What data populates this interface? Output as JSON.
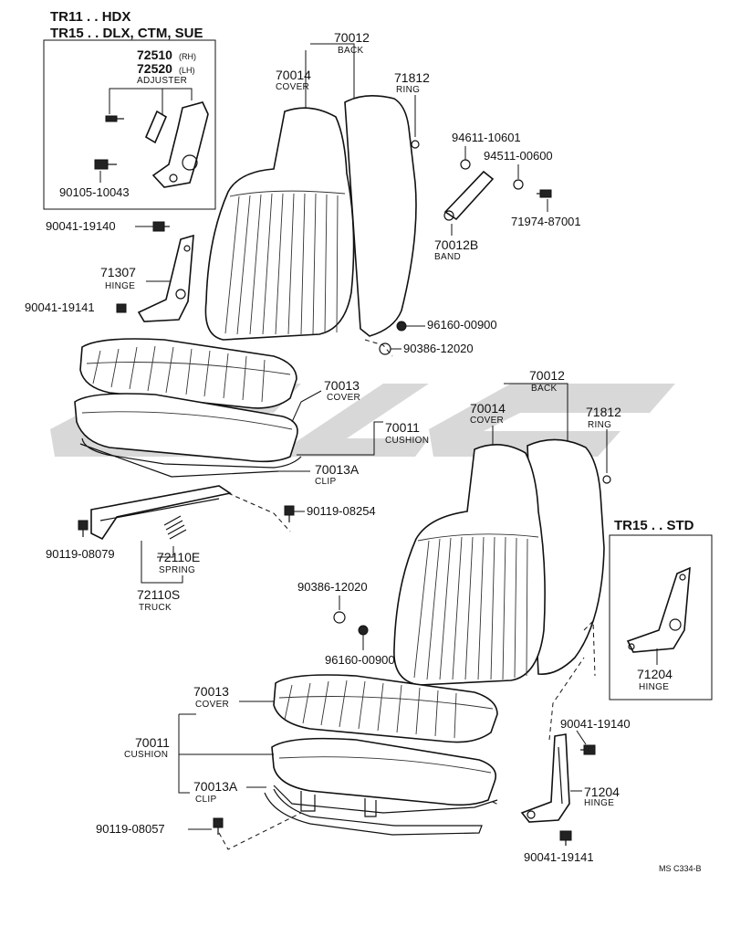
{
  "inset_top": {
    "model_line1": "TR11 . . HDX",
    "model_line2": "TR15 . . DLX, CTM, SUE",
    "adjuster_rh": "72510",
    "adjuster_rh_suffix": "(RH)",
    "adjuster_lh": "72520",
    "adjuster_lh_suffix": "(LH)",
    "adjuster_name": "ADJUSTER",
    "screw": "90105-10043"
  },
  "inset_right": {
    "model": "TR15 . . STD",
    "hinge_part": "71204",
    "hinge_name": "HINGE"
  },
  "upper_seat": {
    "back_part": "70012",
    "back_name": "BACK",
    "cover_part": "70014",
    "cover_name": "COVER",
    "ring_part": "71812",
    "ring_name": "RING",
    "nut1": "94611-10601",
    "washer1": "94511-00600",
    "bolt1": "71974-87001",
    "band_part": "70012B",
    "band_name": "BAND",
    "bolt_top": "90041-19140",
    "hinge_part": "71307",
    "hinge_name": "HINGE",
    "bolt_bottom": "90041-19141",
    "nut2": "96160-00900",
    "nut3": "90386-12020",
    "cushion_cover_part": "70013",
    "cushion_cover_name": "COVER",
    "cushion_part": "70011",
    "cushion_name": "CUSHION",
    "clip_part": "70013A",
    "clip_name": "CLIP",
    "bolt_track": "90119-08254",
    "bolt_left": "90119-08079",
    "spring_part": "72110E",
    "spring_name": "SPRING",
    "truck_part": "72110S",
    "truck_name": "TRUCK"
  },
  "lower_seat": {
    "back_part": "70012",
    "back_name": "BACK",
    "cover_part": "70014",
    "cover_name": "COVER",
    "ring_part": "71812",
    "ring_name": "RING",
    "nut_a": "90386-12020",
    "nut_b": "96160-00900",
    "cushion_cover_part": "70013",
    "cushion_cover_name": "COVER",
    "cushion_part": "70011",
    "cushion_name": "CUSHION",
    "clip_part": "70013A",
    "clip_name": "CLIP",
    "bolt_bottom_left": "90119-08057",
    "bolt_hinge_top": "90041-19140",
    "hinge_part": "71204",
    "hinge_name": "HINGE",
    "bolt_hinge_bottom": "90041-19141"
  },
  "figure_code": "MS C334-B"
}
